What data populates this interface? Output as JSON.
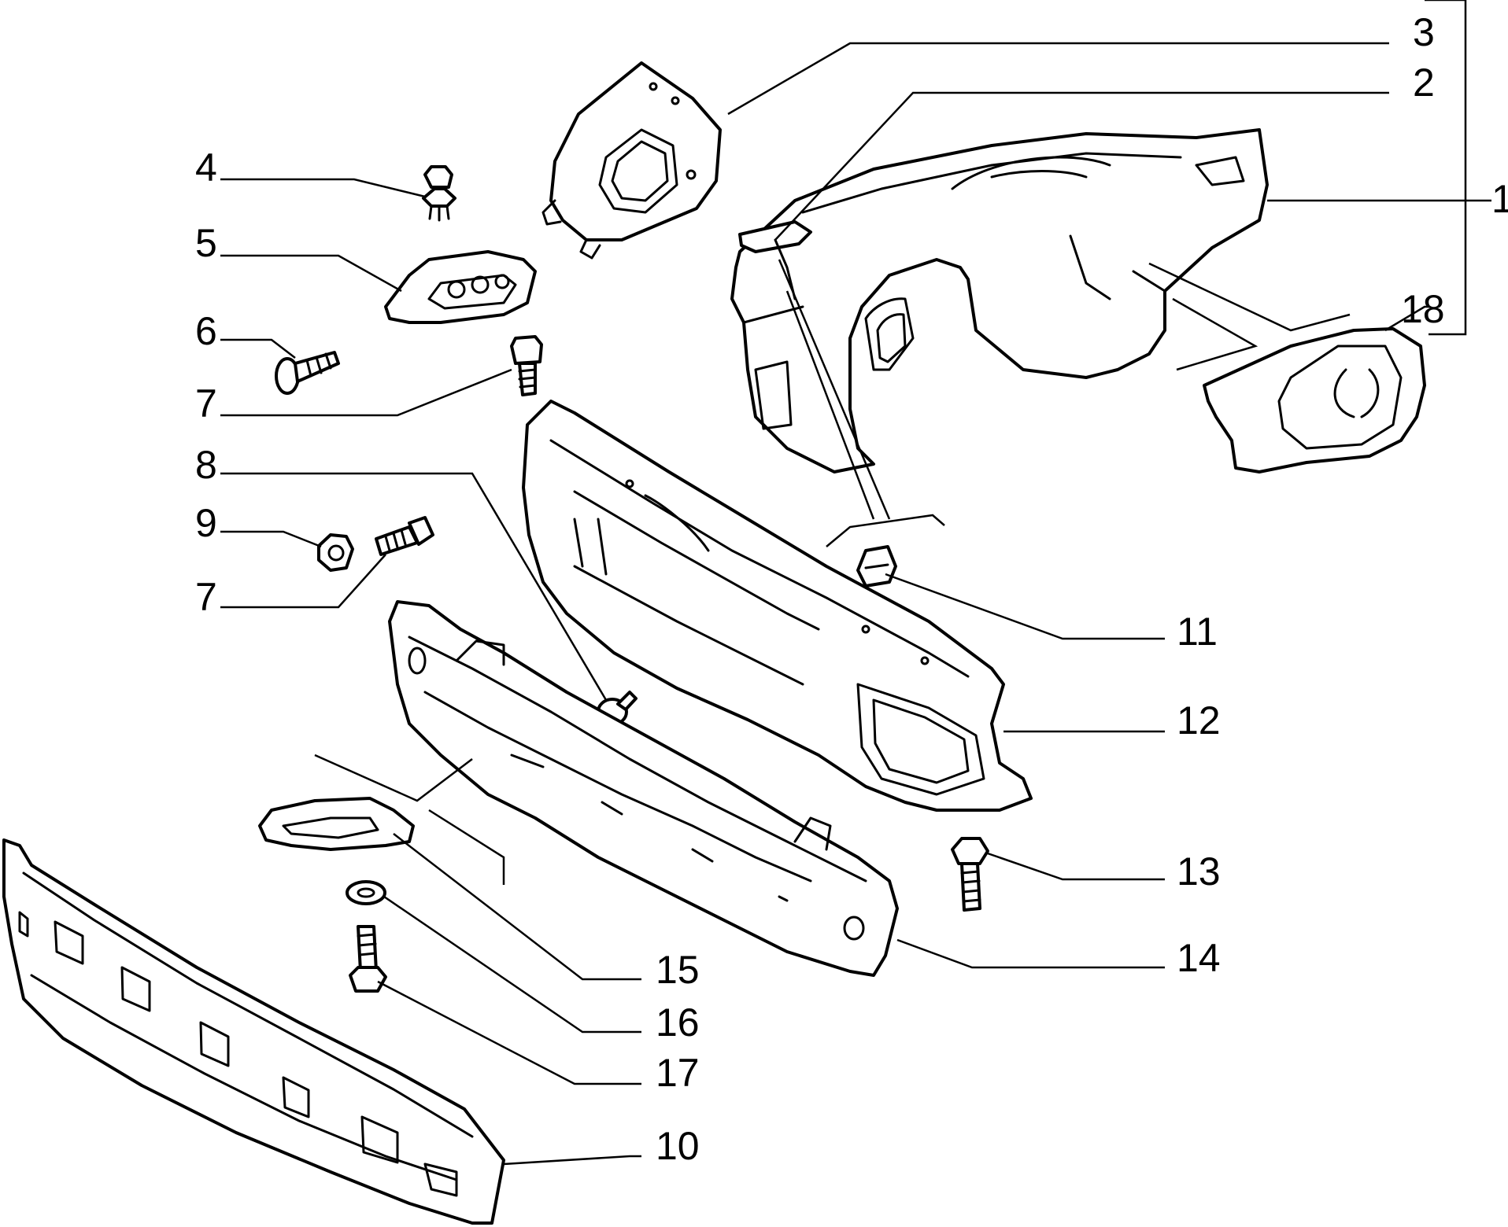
{
  "colors": {
    "line": "#000000",
    "background": "#ffffff"
  },
  "callouts": {
    "c1": "1",
    "c2": "2",
    "c3": "3",
    "c4": "4",
    "c5": "5",
    "c6": "6",
    "c7a": "7",
    "c7b": "7",
    "c8": "8",
    "c9": "9",
    "c10": "10",
    "c11": "11",
    "c12": "12",
    "c13": "13",
    "c14": "14",
    "c15": "15",
    "c16": "16",
    "c17": "17",
    "c18": "18"
  }
}
